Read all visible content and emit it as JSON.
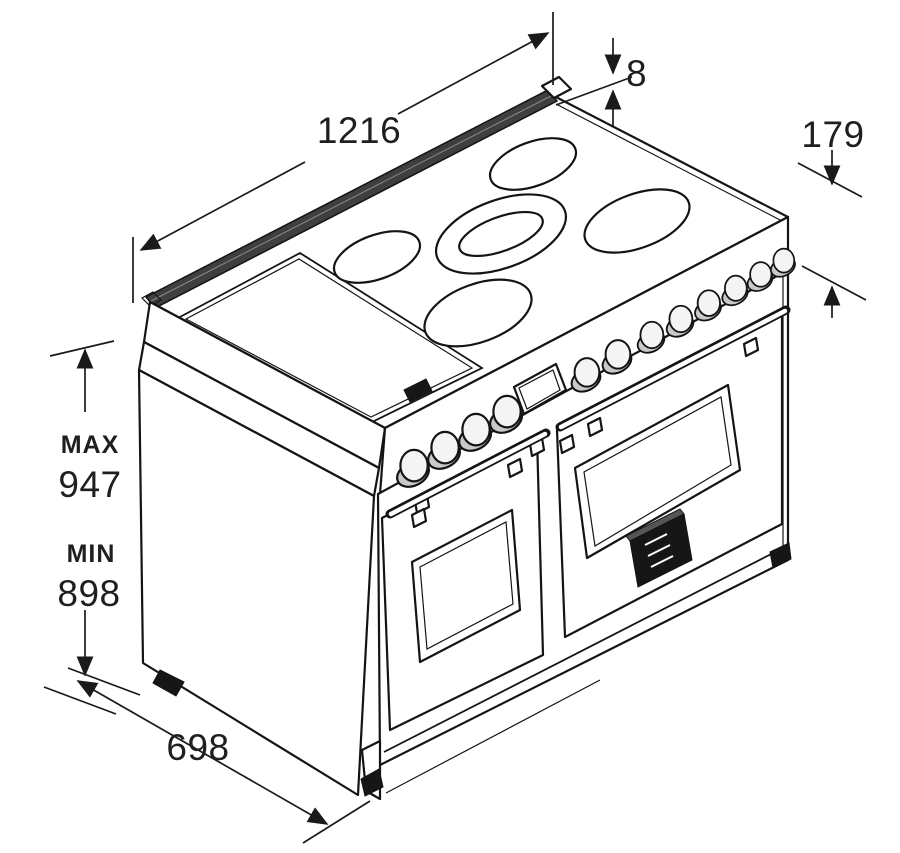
{
  "diagram": {
    "type": "isometric-dimension-drawing",
    "subject": "range cooker technical drawing",
    "labels": {
      "width": "1216",
      "rail": "8",
      "section": "179",
      "max_word": "MAX",
      "max": "947",
      "min_word": "MIN",
      "min": "898",
      "depth": "698"
    },
    "colors": {
      "line": "#141414",
      "rail_fill": "#3f3f3f",
      "badge_fill": "#161616"
    }
  }
}
